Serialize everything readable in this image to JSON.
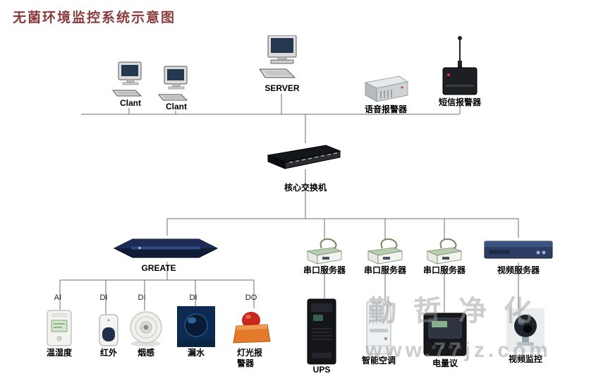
{
  "colors": {
    "title": "#8a3a3a",
    "watermark": "#9c9c9c",
    "line": "#6e6e6e"
  },
  "title": "无菌环境监控系统示意图",
  "watermark": {
    "brand": "勤哲净化",
    "url": "www.77jz.com"
  },
  "nodes": {
    "client1": "Clant",
    "client2": "Clant",
    "server": "SERVER",
    "voice_alarm": "语音报警器",
    "sms_alarm": "短信报警器",
    "core_switch": "核心交换机",
    "greate": "GREATE",
    "serial_server": "串口服务器",
    "video_server": "视频服务器",
    "ups": "UPS",
    "smart_ac": "智能空调",
    "power_meter": "电量议",
    "video_monitor": "视频监控"
  },
  "sensors": [
    {
      "port": "AI",
      "label": "温湿度"
    },
    {
      "port": "DI",
      "label": "红外"
    },
    {
      "port": "DI",
      "label": "烟感"
    },
    {
      "port": "DI",
      "label": "漏水"
    },
    {
      "port": "DO",
      "label": "灯光报警器"
    }
  ]
}
